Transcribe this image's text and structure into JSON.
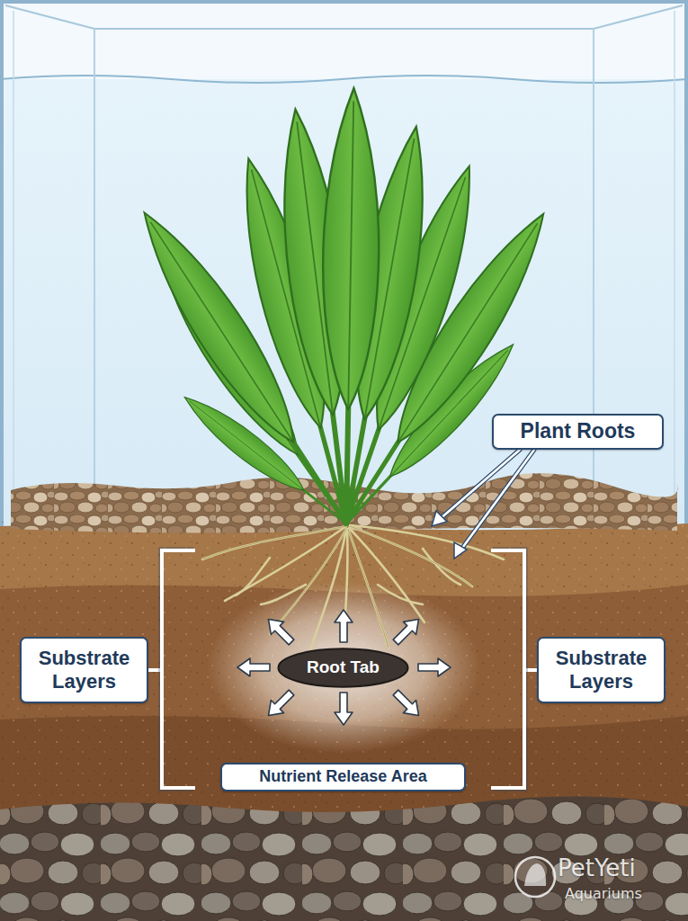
{
  "diagram": {
    "nodes": [
      {
        "text": [
          "Plant Roots"
        ]
      },
      {
        "text": [
          "Substrate Layers"
        ]
      },
      {
        "text": [
          "Root Tab"
        ]
      },
      {
        "text": [
          "Substrate Layers"
        ]
      },
      {
        "text": [
          "Nutrient Release Area"
        ]
      }
    ],
    "labels": [
      "PetYeti",
      "Aquariums"
    ]
  }
}
